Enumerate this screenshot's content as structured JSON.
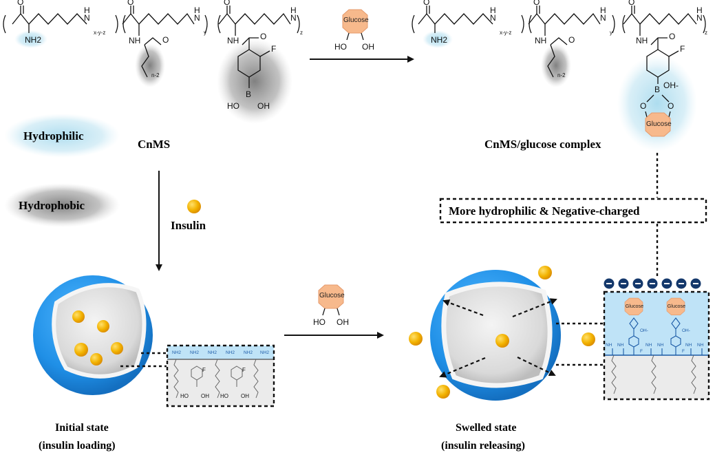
{
  "polymer": {
    "nh2": "NH2",
    "nh": "NH",
    "n_label": "N",
    "h_label": "H",
    "o_label": "O",
    "f_label": "F",
    "b_label": "B",
    "oh_label": "OH",
    "ho_label": "HO",
    "oh_minus": "OH-",
    "sub_xyz": "x-y-z",
    "sub_y": "y",
    "sub_z": "z",
    "sub_n2": "n-2"
  },
  "glucose": {
    "label": "Glucose",
    "ho": "HO",
    "oh": "OH"
  },
  "labels": {
    "hydrophilic": "Hydrophilic",
    "hydrophobic": "Hydrophobic",
    "cnms": "CnMS",
    "complex": "CnMS/glucose complex",
    "insulin": "Insulin",
    "more_hydrophilic": "More hydrophilic & Negative-charged",
    "initial_state_1": "Initial state",
    "initial_state_2": "(insulin loading)",
    "swelled_state_1": "Swelled state",
    "swelled_state_2": "(insulin releasing)"
  },
  "surface": {
    "nh": "NH",
    "nh2": "NH2",
    "minus": "−",
    "f": "F",
    "oh": "OH"
  },
  "colors": {
    "hydrophilic_glow": "#a9dbee",
    "hydrophobic_glow": "#8a8a8a",
    "sphere_blue": "#1f8fe6",
    "glucose_fill": "#f7b98c",
    "insulin_gold": "#f0a800",
    "charge_navy": "#14386b",
    "panel_blue": "#bfe3f7",
    "panel_grey": "#ebebeb"
  }
}
